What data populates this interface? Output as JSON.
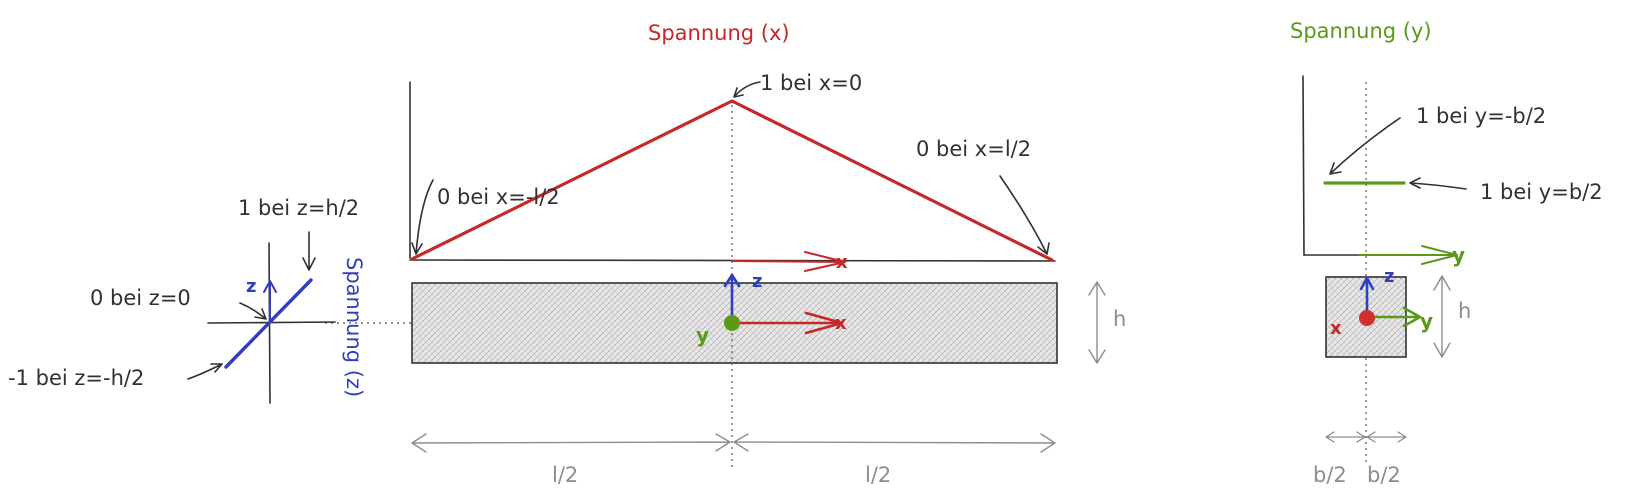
{
  "stress_x": {
    "title": "Spannung (x)",
    "label_peak": "1 bei x=0",
    "label_left": "0 bei x=-l/2",
    "label_right": "0 bei x=l/2",
    "axis": "x",
    "color": "#c62828"
  },
  "stress_y": {
    "title": "Spannung (y)",
    "label_top": "1 bei y=-b/2",
    "label_bottom": "1 bei y=b/2",
    "axis": "y",
    "color": "#5a9a18"
  },
  "stress_z": {
    "title": "Spannung (z)",
    "label_top": "1 bei z=h/2",
    "label_mid": "0 bei z=0",
    "label_bottom": "-1 bei z=-h/2",
    "axis": "z",
    "color": "#2f3fbf"
  },
  "beam": {
    "axis_x": "x",
    "axis_y": "y",
    "axis_z": "z",
    "height_label": "h",
    "half_length_left": "l/2",
    "half_length_right": "l/2"
  },
  "cross_section": {
    "axis_x": "x",
    "axis_y": "y",
    "axis_z": "z",
    "height_label": "h",
    "half_width_left": "b/2",
    "half_width_right": "b/2"
  }
}
